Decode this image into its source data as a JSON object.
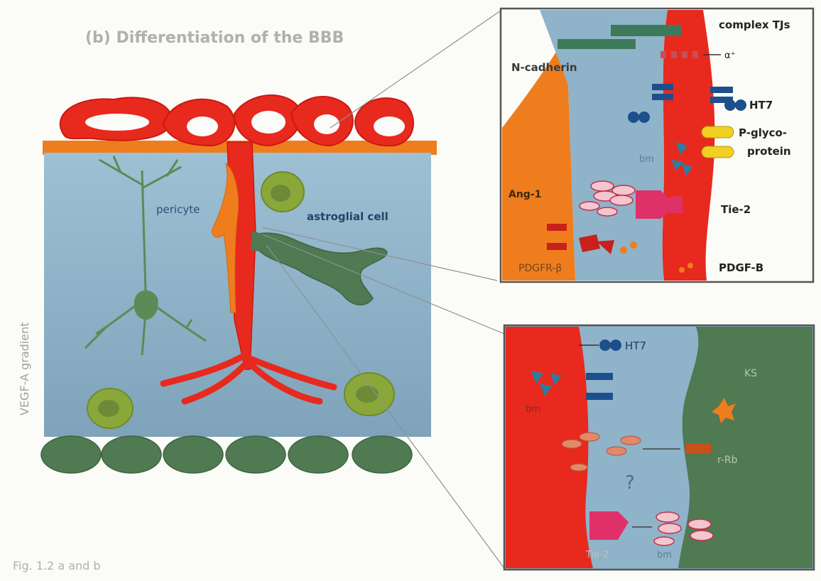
{
  "title": "(b) Differentiation of the BBB",
  "caption": "Fig. 1.2 a and b",
  "gradient_label": "VEGF-A gradient",
  "main_panel": {
    "labels": {
      "pericyte": "pericyte",
      "astroglial": "astroglial cell"
    }
  },
  "inset_top": {
    "labels": {
      "complex_tjs": "complex TJs",
      "tj_mark": "α⁺",
      "n_cadherin": "N-cadherin",
      "ht7": "HT7",
      "p_glyco_1": "P-glyco-",
      "p_glyco_2": "protein",
      "bm": "bm",
      "ang1": "Ang-1",
      "tie2": "Tie-2",
      "pdgfr": "PDGFR-β",
      "pdgfb": "PDGF-B"
    }
  },
  "inset_bottom": {
    "labels": {
      "ht7": "HT7",
      "bm": "bm",
      "ks": "KS",
      "rb": "r-Rb",
      "question": "?",
      "tie2": "Tie-2",
      "bm2": "bm"
    }
  },
  "colors": {
    "endothelium": "#e8291e",
    "tissue": "#8fb3c9",
    "pericyte": "#ef7d1e",
    "astrocyte": "#4f7a52",
    "neuron": "#5d8a57",
    "glia_olive": "#8aa83a",
    "transporter": "#f0d020",
    "protein_blue": "#1d4f8c",
    "tj_green": "#3d7a5a"
  }
}
